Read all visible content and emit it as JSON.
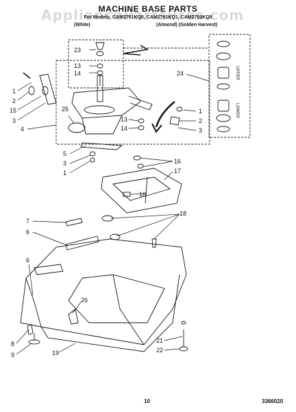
{
  "header": {
    "title": "MACHINE BASE PARTS",
    "subtitle": "For Models: CAM2761KQ0, CAM2761KQ1, CAM2762KQ0",
    "color_left": "(White)",
    "color_right": "(Almond) (Golden Harvest)"
  },
  "watermark": "AppliancePartsPros.com",
  "transmission_labels": {
    "upper": "UPPER",
    "lower": "LOWER"
  },
  "callouts": [
    {
      "id": "c23",
      "label": "23"
    },
    {
      "id": "c13a",
      "label": "13"
    },
    {
      "id": "c14a",
      "label": "14"
    },
    {
      "id": "c1a",
      "label": "1"
    },
    {
      "id": "c2a",
      "label": "2"
    },
    {
      "id": "c15",
      "label": "15"
    },
    {
      "id": "c3a",
      "label": "3"
    },
    {
      "id": "c4",
      "label": "4"
    },
    {
      "id": "c25",
      "label": "25"
    },
    {
      "id": "c24",
      "label": "24"
    },
    {
      "id": "c1b",
      "label": "1"
    },
    {
      "id": "c2b",
      "label": "2"
    },
    {
      "id": "c3b",
      "label": "3"
    },
    {
      "id": "c13b",
      "label": "13"
    },
    {
      "id": "c14b",
      "label": "14"
    },
    {
      "id": "c5",
      "label": "5"
    },
    {
      "id": "c3c",
      "label": "3"
    },
    {
      "id": "c1c",
      "label": "1"
    },
    {
      "id": "c16a",
      "label": "16"
    },
    {
      "id": "c17",
      "label": "17"
    },
    {
      "id": "c16b",
      "label": "16"
    },
    {
      "id": "c18",
      "label": "18"
    },
    {
      "id": "c7",
      "label": "7"
    },
    {
      "id": "c6a",
      "label": "6"
    },
    {
      "id": "c6b",
      "label": "6"
    },
    {
      "id": "c26",
      "label": "26"
    },
    {
      "id": "c8",
      "label": "8"
    },
    {
      "id": "c9",
      "label": "9"
    },
    {
      "id": "c19",
      "label": "19"
    },
    {
      "id": "c21",
      "label": "21"
    },
    {
      "id": "c22",
      "label": "22"
    }
  ],
  "footer": {
    "page_number": "10",
    "doc_number": "3366020"
  }
}
